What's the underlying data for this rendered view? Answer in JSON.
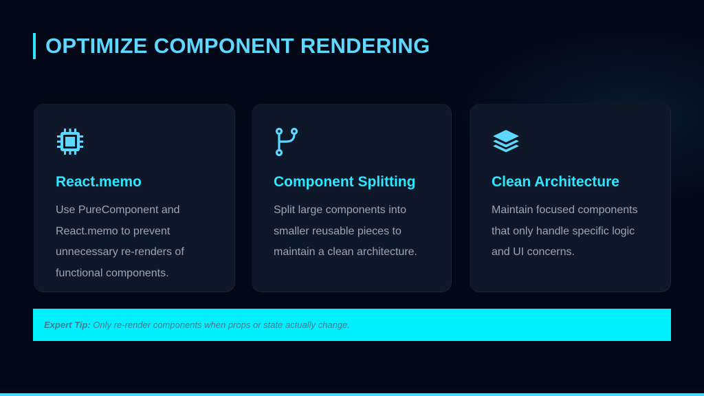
{
  "title": "OPTIMIZE COMPONENT RENDERING",
  "cards": [
    {
      "icon": "cpu-chip-icon",
      "heading": "React.memo",
      "text": "Use PureComponent and React.memo to prevent unnecessary re-renders of functional components."
    },
    {
      "icon": "git-branch-icon",
      "heading": "Component Splitting",
      "text": "Split large components into smaller reusable pieces to maintain a clean architecture."
    },
    {
      "icon": "layers-icon",
      "heading": "Clean Architecture",
      "text": "Maintain focused components that only handle specific logic and UI concerns."
    }
  ],
  "tip": {
    "label": "Expert Tip:",
    "text": " Only re-render components when props or state actually change."
  },
  "colors": {
    "accent": "#2ee6ff",
    "icon": "#5fd8ff",
    "tip_bg": "#00f0ff",
    "bg": "#030816",
    "card": "#0f1829"
  }
}
